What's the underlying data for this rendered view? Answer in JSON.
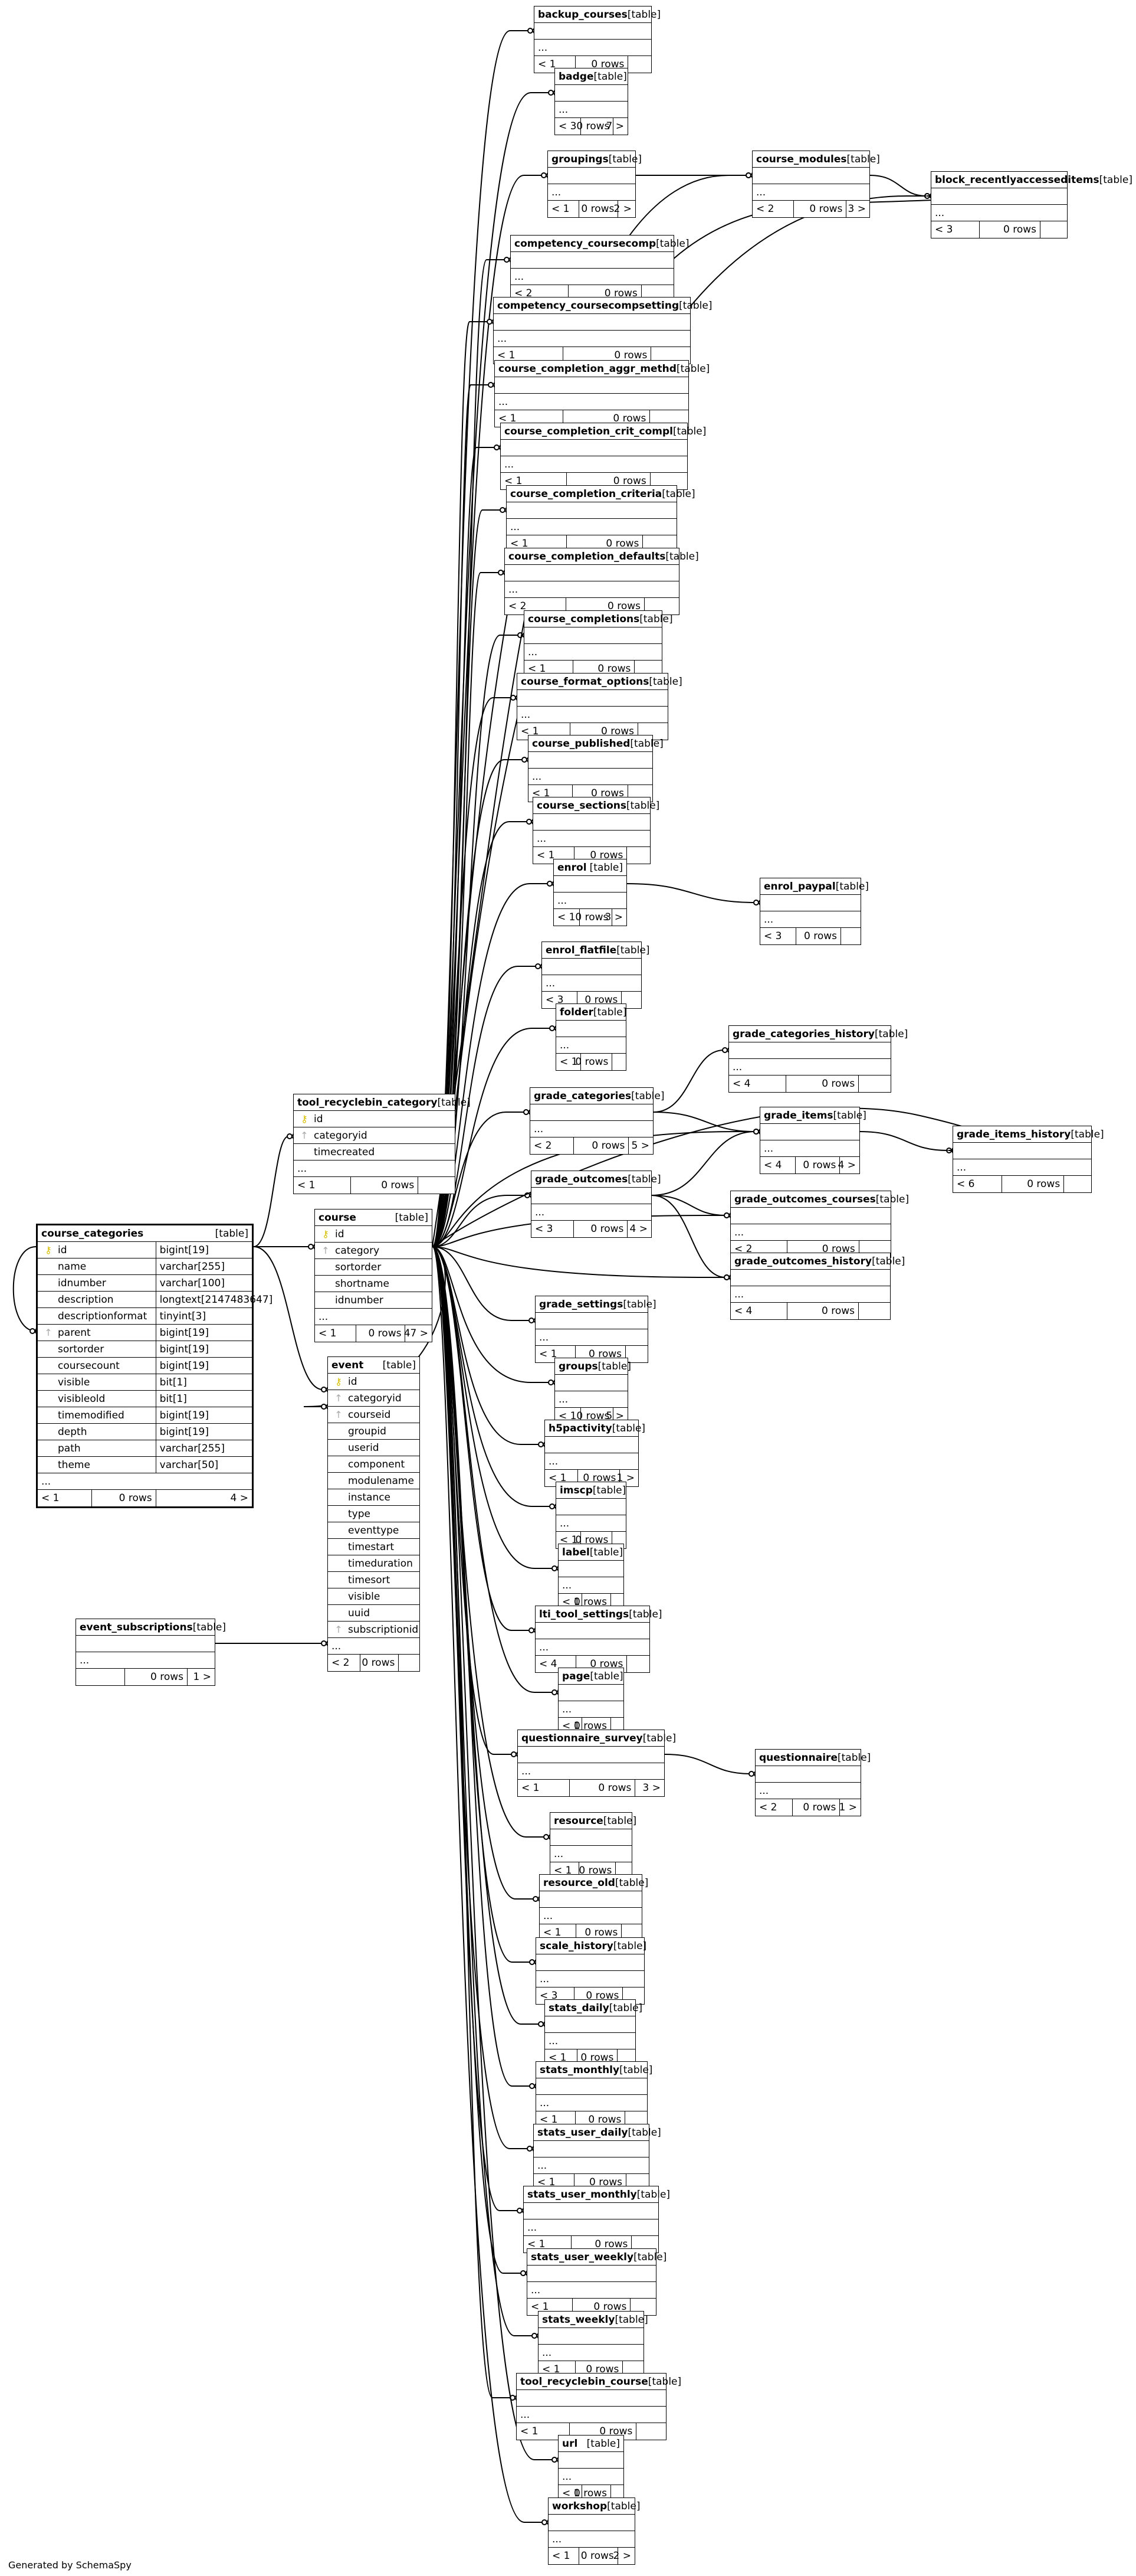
{
  "footer": "Generated by SchemaSpy",
  "tables": [
    {
      "name": "backup_courses",
      "tag": "[table]",
      "footer": [
        "< 1",
        "0 rows",
        ""
      ]
    },
    {
      "name": "badge",
      "tag": "[table]",
      "footer": [
        "< 3",
        "0 rows",
        "7 >"
      ]
    },
    {
      "name": "groupings",
      "tag": "[table]",
      "footer": [
        "< 1",
        "0 rows",
        "2 >"
      ]
    },
    {
      "name": "course_modules",
      "tag": "[table]",
      "footer": [
        "< 2",
        "0 rows",
        "3 >"
      ]
    },
    {
      "name": "block_recentlyaccesseditems",
      "tag": "[table]",
      "footer": [
        "< 3",
        "0 rows",
        ""
      ]
    },
    {
      "name": "competency_coursecomp",
      "tag": "[table]",
      "footer": [
        "< 2",
        "0 rows",
        ""
      ]
    },
    {
      "name": "competency_coursecompsetting",
      "tag": "[table]",
      "footer": [
        "< 1",
        "0 rows",
        ""
      ]
    },
    {
      "name": "course_completion_aggr_methd",
      "tag": "[table]",
      "footer": [
        "< 1",
        "0 rows",
        ""
      ]
    },
    {
      "name": "course_completion_crit_compl",
      "tag": "[table]",
      "footer": [
        "< 1",
        "0 rows",
        ""
      ]
    },
    {
      "name": "course_completion_criteria",
      "tag": "[table]",
      "footer": [
        "< 1",
        "0 rows",
        ""
      ]
    },
    {
      "name": "course_completion_defaults",
      "tag": "[table]",
      "footer": [
        "< 2",
        "0 rows",
        ""
      ]
    },
    {
      "name": "course_completions",
      "tag": "[table]",
      "footer": [
        "< 1",
        "0 rows",
        ""
      ]
    },
    {
      "name": "course_format_options",
      "tag": "[table]",
      "footer": [
        "< 1",
        "0 rows",
        ""
      ]
    },
    {
      "name": "course_published",
      "tag": "[table]",
      "footer": [
        "< 1",
        "0 rows",
        ""
      ]
    },
    {
      "name": "course_sections",
      "tag": "[table]",
      "footer": [
        "< 1",
        "0 rows",
        ""
      ]
    },
    {
      "name": "enrol",
      "tag": "[table]",
      "footer": [
        "< 1",
        "0 rows",
        "3 >"
      ]
    },
    {
      "name": "enrol_paypal",
      "tag": "[table]",
      "footer": [
        "< 3",
        "0 rows",
        ""
      ]
    },
    {
      "name": "enrol_flatfile",
      "tag": "[table]",
      "footer": [
        "< 3",
        "0 rows",
        ""
      ]
    },
    {
      "name": "folder",
      "tag": "[table]",
      "footer": [
        "< 1",
        "0 rows",
        ""
      ]
    },
    {
      "name": "grade_categories_history",
      "tag": "[table]",
      "footer": [
        "< 4",
        "0 rows",
        ""
      ]
    },
    {
      "name": "grade_categories",
      "tag": "[table]",
      "footer": [
        "< 2",
        "0 rows",
        "5 >"
      ]
    },
    {
      "name": "grade_items",
      "tag": "[table]",
      "footer": [
        "< 4",
        "0 rows",
        "4 >"
      ]
    },
    {
      "name": "grade_items_history",
      "tag": "[table]",
      "footer": [
        "< 6",
        "0 rows",
        ""
      ]
    },
    {
      "name": "grade_outcomes",
      "tag": "[table]",
      "footer": [
        "< 3",
        "0 rows",
        "4 >"
      ]
    },
    {
      "name": "grade_outcomes_courses",
      "tag": "[table]",
      "footer": [
        "< 2",
        "0 rows",
        ""
      ]
    },
    {
      "name": "grade_outcomes_history",
      "tag": "[table]",
      "footer": [
        "< 4",
        "0 rows",
        ""
      ]
    },
    {
      "name": "grade_settings",
      "tag": "[table]",
      "footer": [
        "< 1",
        "0 rows",
        ""
      ]
    },
    {
      "name": "groups",
      "tag": "[table]",
      "footer": [
        "< 1",
        "0 rows",
        "5 >"
      ]
    },
    {
      "name": "h5pactivity",
      "tag": "[table]",
      "footer": [
        "< 1",
        "0 rows",
        "1 >"
      ]
    },
    {
      "name": "imscp",
      "tag": "[table]",
      "footer": [
        "< 1",
        "0 rows",
        ""
      ]
    },
    {
      "name": "label",
      "tag": "[table]",
      "footer": [
        "< 1",
        "0 rows",
        ""
      ]
    },
    {
      "name": "lti_tool_settings",
      "tag": "[table]",
      "footer": [
        "< 4",
        "0 rows",
        ""
      ]
    },
    {
      "name": "page",
      "tag": "[table]",
      "footer": [
        "< 1",
        "0 rows",
        ""
      ]
    },
    {
      "name": "questionnaire_survey",
      "tag": "[table]",
      "footer": [
        "< 1",
        "0 rows",
        "3 >"
      ]
    },
    {
      "name": "questionnaire",
      "tag": "[table]",
      "footer": [
        "< 2",
        "0 rows",
        "1 >"
      ]
    },
    {
      "name": "resource",
      "tag": "[table]",
      "footer": [
        "< 1",
        "0 rows",
        ""
      ]
    },
    {
      "name": "resource_old",
      "tag": "[table]",
      "footer": [
        "< 1",
        "0 rows",
        ""
      ]
    },
    {
      "name": "scale_history",
      "tag": "[table]",
      "footer": [
        "< 3",
        "0 rows",
        ""
      ]
    },
    {
      "name": "stats_daily",
      "tag": "[table]",
      "footer": [
        "< 1",
        "0 rows",
        ""
      ]
    },
    {
      "name": "stats_monthly",
      "tag": "[table]",
      "footer": [
        "< 1",
        "0 rows",
        ""
      ]
    },
    {
      "name": "stats_user_daily",
      "tag": "[table]",
      "footer": [
        "< 1",
        "0 rows",
        ""
      ]
    },
    {
      "name": "stats_user_monthly",
      "tag": "[table]",
      "footer": [
        "< 1",
        "0 rows",
        ""
      ]
    },
    {
      "name": "stats_user_weekly",
      "tag": "[table]",
      "footer": [
        "< 1",
        "0 rows",
        ""
      ]
    },
    {
      "name": "stats_weekly",
      "tag": "[table]",
      "footer": [
        "< 1",
        "0 rows",
        ""
      ]
    },
    {
      "name": "tool_recyclebin_course",
      "tag": "[table]",
      "footer": [
        "< 1",
        "0 rows",
        ""
      ]
    },
    {
      "name": "url",
      "tag": "[table]",
      "footer": [
        "< 1",
        "0 rows",
        ""
      ]
    },
    {
      "name": "workshop",
      "tag": "[table]",
      "footer": [
        "< 1",
        "0 rows",
        "2 >"
      ]
    },
    {
      "name": "event_subscriptions",
      "tag": "[table]",
      "footer": [
        "",
        "0 rows",
        "1 >"
      ]
    }
  ],
  "tool_recyclebin_category": {
    "name": "tool_recyclebin_category",
    "tag": "[table]",
    "columns": [
      {
        "key": "pk",
        "name": "id"
      },
      {
        "key": "fk",
        "name": "categoryid"
      },
      {
        "key": "",
        "name": "timecreated"
      }
    ],
    "footer": [
      "< 1",
      "0 rows",
      ""
    ]
  },
  "course": {
    "name": "course",
    "tag": "[table]",
    "columns": [
      {
        "key": "pk",
        "name": "id"
      },
      {
        "key": "fk",
        "name": "category"
      },
      {
        "key": "",
        "name": "sortorder"
      },
      {
        "key": "",
        "name": "shortname"
      },
      {
        "key": "",
        "name": "idnumber"
      }
    ],
    "footer": [
      "< 1",
      "0 rows",
      "47 >"
    ]
  },
  "event": {
    "name": "event",
    "tag": "[table]",
    "columns": [
      {
        "key": "pk",
        "name": "id"
      },
      {
        "key": "fk",
        "name": "categoryid"
      },
      {
        "key": "fk",
        "name": "courseid"
      },
      {
        "key": "",
        "name": "groupid"
      },
      {
        "key": "",
        "name": "userid"
      },
      {
        "key": "",
        "name": "component"
      },
      {
        "key": "",
        "name": "modulename"
      },
      {
        "key": "",
        "name": "instance"
      },
      {
        "key": "",
        "name": "type"
      },
      {
        "key": "",
        "name": "eventtype"
      },
      {
        "key": "",
        "name": "timestart"
      },
      {
        "key": "",
        "name": "timeduration"
      },
      {
        "key": "",
        "name": "timesort"
      },
      {
        "key": "",
        "name": "visible"
      },
      {
        "key": "",
        "name": "uuid"
      },
      {
        "key": "fk",
        "name": "subscriptionid"
      }
    ],
    "footer": [
      "< 2",
      "0 rows",
      ""
    ]
  },
  "course_categories": {
    "name": "course_categories",
    "tag": "[table]",
    "columns": [
      {
        "key": "pk",
        "name": "id",
        "type": "bigint[19]"
      },
      {
        "key": "",
        "name": "name",
        "type": "varchar[255]"
      },
      {
        "key": "",
        "name": "idnumber",
        "type": "varchar[100]"
      },
      {
        "key": "",
        "name": "description",
        "type": "longtext[2147483647]"
      },
      {
        "key": "",
        "name": "descriptionformat",
        "type": "tinyint[3]"
      },
      {
        "key": "fk",
        "name": "parent",
        "type": "bigint[19]"
      },
      {
        "key": "",
        "name": "sortorder",
        "type": "bigint[19]"
      },
      {
        "key": "",
        "name": "coursecount",
        "type": "bigint[19]"
      },
      {
        "key": "",
        "name": "visible",
        "type": "bit[1]"
      },
      {
        "key": "",
        "name": "visibleold",
        "type": "bit[1]"
      },
      {
        "key": "",
        "name": "timemodified",
        "type": "bigint[19]"
      },
      {
        "key": "",
        "name": "depth",
        "type": "bigint[19]"
      },
      {
        "key": "",
        "name": "path",
        "type": "varchar[255]"
      },
      {
        "key": "",
        "name": "theme",
        "type": "varchar[50]"
      }
    ],
    "footer": [
      "< 1",
      "0 rows",
      "4 >"
    ]
  },
  "icons": {
    "pk": "key-icon",
    "fk": "fk-key-icon"
  }
}
